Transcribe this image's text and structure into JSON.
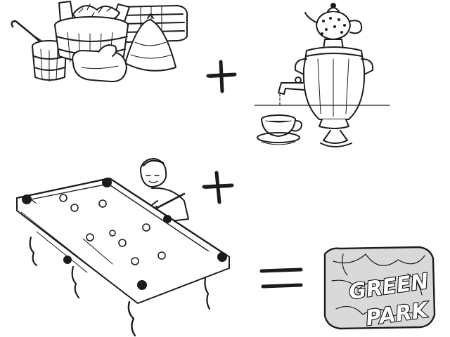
{
  "illustration": {
    "panels": [
      {
        "name": "sauna-set",
        "icon": "sauna-bucket-icon"
      },
      {
        "name": "samovar-tea",
        "icon": "samovar-icon"
      },
      {
        "name": "billiards",
        "icon": "billiard-table-icon"
      }
    ],
    "operators": {
      "plus": "+",
      "equals": "="
    }
  },
  "logo": {
    "line1": "GREEN",
    "line2": "PARK",
    "icon": "green-park-logo-icon"
  },
  "colors": {
    "ink": "#1c1c1c",
    "background": "#ffffff"
  }
}
